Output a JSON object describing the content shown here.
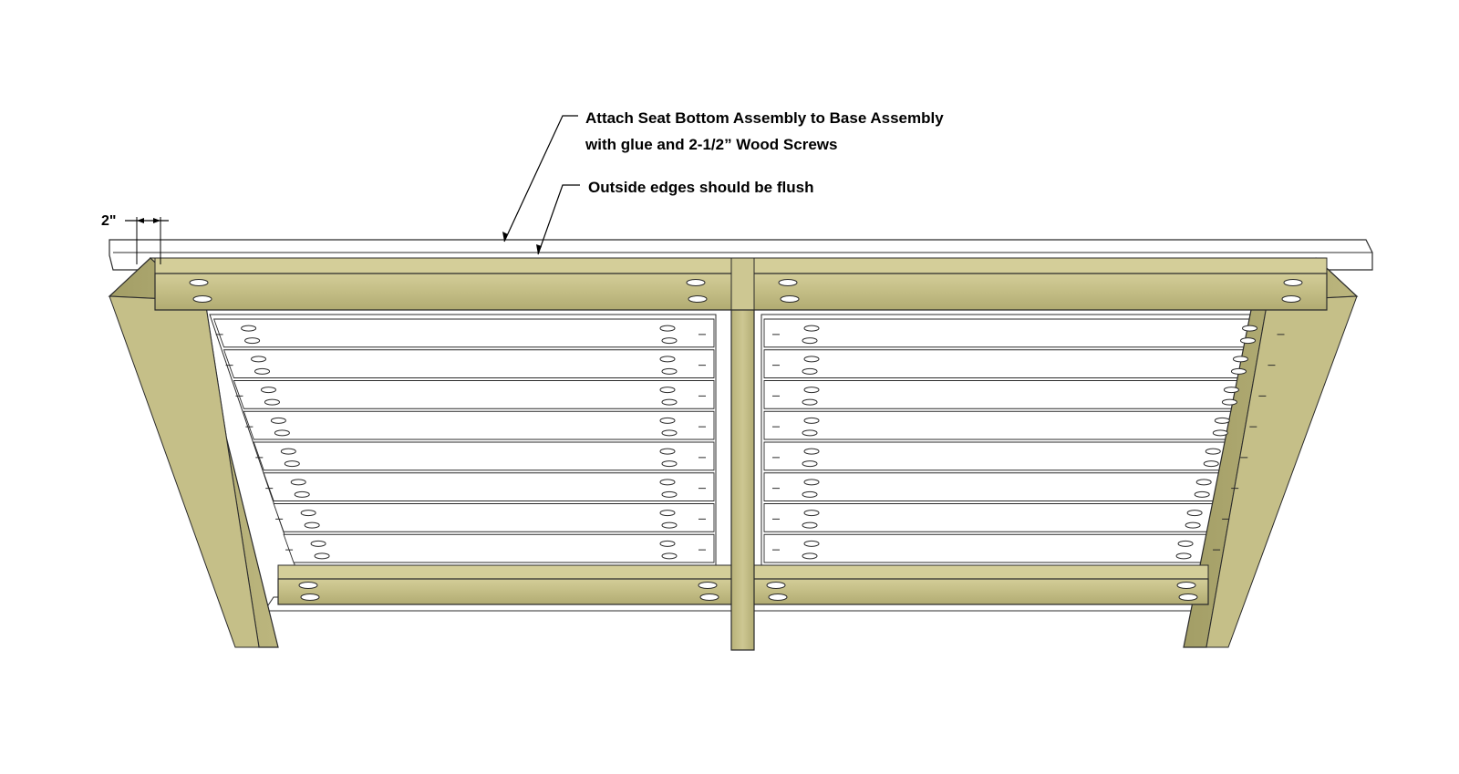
{
  "annotations": {
    "attach_line_1": "Attach Seat Bottom Assembly to Base Assembly",
    "attach_line_2": "with glue and 2-1/2” Wood Screws",
    "flush_note": "Outside edges should be flush",
    "dimension_label": "2\""
  },
  "colors": {
    "wood": "#c9c48e",
    "wood_dark": "#a9a46c",
    "wood_edge": "#9a9560",
    "slat_face": "#ffffff",
    "outline": "#2b2b2b"
  }
}
